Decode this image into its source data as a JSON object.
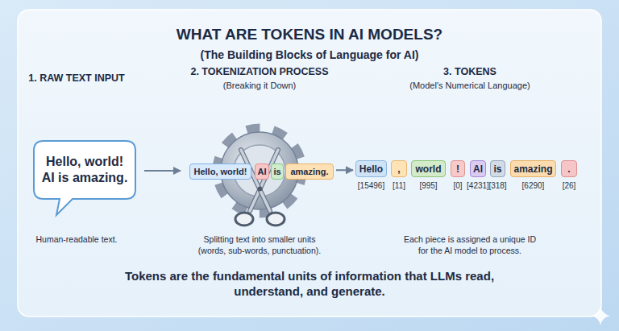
{
  "diagram": {
    "title": "WHAT ARE TOKENS IN AI MODELS?",
    "caption": "Tokens are the fundamental units of information that LLMs read, understand, and generate.",
    "nodes": [
      {
        "text": [
          "Hello, world! AI is amazing."
        ]
      },
      {
        "text": [
          "Hello, world!"
        ]
      },
      {
        "text": [
          "AI"
        ]
      },
      {
        "text": [
          "is"
        ]
      },
      {
        "text": [
          "amazing."
        ]
      },
      {
        "text": [
          "Hello",
          "[15496]"
        ]
      },
      {
        "text": [
          ",",
          "[11]"
        ]
      },
      {
        "text": [
          "world",
          "[995]"
        ]
      },
      {
        "text": [
          "!",
          "[0]"
        ]
      },
      {
        "text": [
          "AI",
          "[4231]"
        ]
      },
      {
        "text": [
          "is",
          "[318]"
        ]
      },
      {
        "text": [
          "amazing",
          "[6290]"
        ]
      },
      {
        "text": [
          ".",
          "[26]"
        ]
      }
    ],
    "edges": [
      {
        "from": 0,
        "to": 1,
        "arrow": "to"
      },
      {
        "from": 4,
        "to": 5,
        "arrow": "to"
      }
    ],
    "labels": [
      "(The Building Blocks of Language for AI)",
      "1. RAW TEXT INPUT",
      "2. TOKENIZATION PROCESS",
      "(Breaking it Down)",
      "3. TOKENS",
      "(Model's Numerical Language)",
      "Human-readable text.",
      "Splitting text into smaller units (words, sub-words, punctuation).",
      "Each piece is assigned a unique ID for the AI model to process."
    ]
  }
}
